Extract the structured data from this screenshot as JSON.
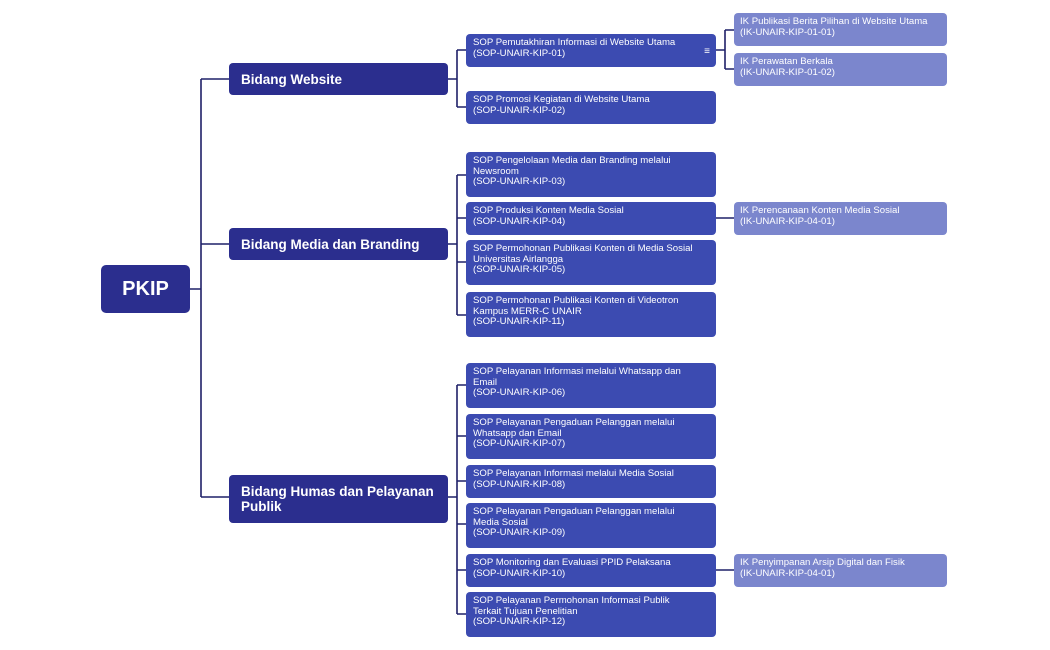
{
  "root": {
    "label": "PKIP"
  },
  "sections": [
    {
      "title": "Bidang Website",
      "sops": [
        {
          "lines": [
            "SOP Pemutakhiran Informasi di Website Utama",
            "(SOP-UNAIR-KIP-01)"
          ]
        },
        {
          "lines": [
            "SOP Promosi Kegiatan di Website Utama",
            "(SOP-UNAIR-KIP-02)"
          ]
        }
      ]
    },
    {
      "title": "Bidang Media dan Branding",
      "sops": [
        {
          "lines": [
            "SOP Pengelolaan Media dan Branding melalui",
            "Newsroom",
            "(SOP-UNAIR-KIP-03)"
          ]
        },
        {
          "lines": [
            "SOP Produksi Konten Media Sosial",
            "(SOP-UNAIR-KIP-04)"
          ]
        },
        {
          "lines": [
            "SOP Permohonan Publikasi Konten di Media Sosial",
            "Universitas Airlangga",
            "(SOP-UNAIR-KIP-05)"
          ]
        },
        {
          "lines": [
            "SOP Permohonan Publikasi Konten di Videotron",
            "Kampus MERR-C UNAIR",
            "(SOP-UNAIR-KIP-11)"
          ]
        }
      ]
    },
    {
      "title_lines": [
        "Bidang Humas dan Pelayanan",
        "Publik"
      ],
      "sops": [
        {
          "lines": [
            "SOP Pelayanan Informasi melalui Whatsapp dan",
            "Email",
            "(SOP-UNAIR-KIP-06)"
          ]
        },
        {
          "lines": [
            "SOP Pelayanan Pengaduan Pelanggan melalui",
            "Whatsapp dan Email",
            "(SOP-UNAIR-KIP-07)"
          ]
        },
        {
          "lines": [
            "SOP Pelayanan Informasi melalui Media Sosial",
            "(SOP-UNAIR-KIP-08)"
          ]
        },
        {
          "lines": [
            "SOP Pelayanan Pengaduan Pelanggan melalui",
            "Media Sosial",
            "(SOP-UNAIR-KIP-09)"
          ]
        },
        {
          "lines": [
            "SOP Monitoring dan Evaluasi PPID Pelaksana",
            "(SOP-UNAIR-KIP-10)"
          ]
        },
        {
          "lines": [
            "SOP Pelayanan Permohonan Informasi Publik",
            "Terkait Tujuan Penelitian",
            "(SOP-UNAIR-KIP-12)"
          ]
        }
      ]
    }
  ],
  "iks": [
    {
      "lines": [
        "IK Publikasi Berita Pilihan di Website Utama",
        "(IK-UNAIR-KIP-01-01)"
      ]
    },
    {
      "lines": [
        "IK Perawatan Berkala",
        "(IK-UNAIR-KIP-01-02)"
      ]
    },
    {
      "lines": [
        "IK Perencanaan Konten Media Sosial",
        "(IK-UNAIR-KIP-04-01)"
      ]
    },
    {
      "lines": [
        "IK Penyimpanan Arsip Digital dan Fisik",
        "(IK-UNAIR-KIP-04-01)"
      ]
    }
  ],
  "colors": {
    "connector": "#1f2068",
    "level1": "#2b2e8e",
    "level2": "#3c4bb1",
    "level3": "#7b86cd"
  },
  "icons": {
    "sop_01_menu": "menu-lines-icon"
  }
}
